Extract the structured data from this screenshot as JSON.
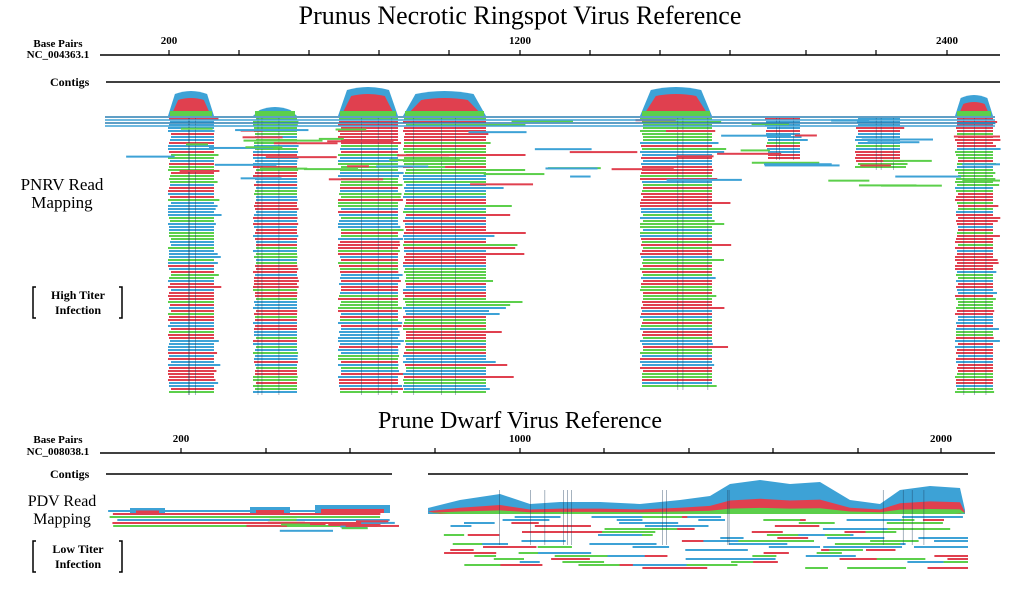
{
  "colors": {
    "blue": "#3da2d6",
    "red": "#e0404f",
    "green": "#5ccf4b",
    "black": "#000000"
  },
  "pnrv": {
    "title": "Prunus Necrotic Ringspot Virus Reference",
    "bp_label": "Base Pairs",
    "accession": "NC_004363.1",
    "tick_labels": [
      "200",
      "1200",
      "2400"
    ],
    "contigs_label": "Contigs",
    "mapping_label_1": "PNRV Read",
    "mapping_label_2": "Mapping",
    "titer_label_1": "High Titer",
    "titer_label_2": "Infection"
  },
  "pdv": {
    "title": "Prune Dwarf Virus Reference",
    "bp_label": "Base Pairs",
    "accession": "NC_008038.1",
    "tick_labels": [
      "200",
      "1000",
      "2000"
    ],
    "contigs_label": "Contigs",
    "mapping_label_1": "PDV Read",
    "mapping_label_2": "Mapping",
    "titer_label_1": "Low Titer",
    "titer_label_2": "Infection"
  }
}
